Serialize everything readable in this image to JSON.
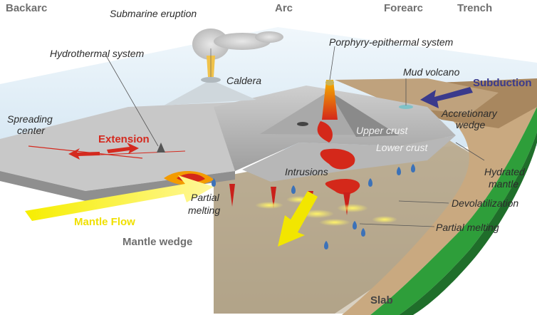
{
  "headers": {
    "backarc": "Backarc",
    "arc": "Arc",
    "forearc": "Forearc",
    "trench": "Trench"
  },
  "labels": {
    "submarine_eruption": "Submarine eruption",
    "hydrothermal_system": "Hydrothermal system",
    "porphyry_epithermal": "Porphyry-epithermal system",
    "mud_volcano": "Mud volcano",
    "subduction": "Subduction",
    "caldera": "Caldera",
    "spreading_center_1": "Spreading",
    "spreading_center_2": "center",
    "extension": "Extension",
    "accretionary_wedge_1": "Accretionary",
    "accretionary_wedge_2": "wedge",
    "upper_crust": "Upper crust",
    "lower_crust": "Lower crust",
    "intrusions": "Intrusions",
    "hydrated_mantle_1": "Hydrated",
    "hydrated_mantle_2": "mantle",
    "partial_melting_backarc_1": "Partial",
    "partial_melting_backarc_2": "melting",
    "devolatilization": "Devolatilization",
    "mantle_flow": "Mantle Flow",
    "partial_melting_slab": "Partial melting",
    "mantle_wedge": "Mantle wedge",
    "slab": "Slab"
  },
  "colors": {
    "header_gray": "#6f6f6f",
    "extension_red": "#d42a1f",
    "subduction_blue": "#3a3a8c",
    "mantle_flow_yellow": "#f0e000",
    "slab_green": "#2e9e3a",
    "ocean_blue": "#dcecf6"
  }
}
